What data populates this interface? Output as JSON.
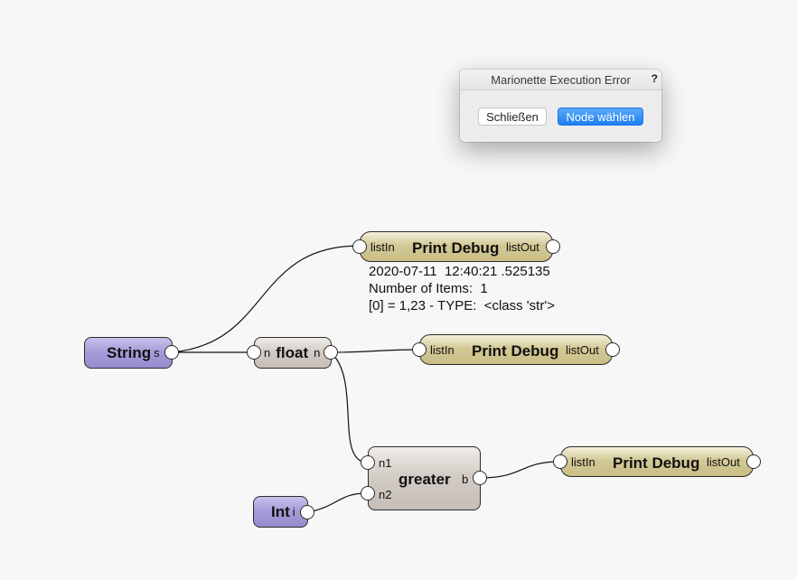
{
  "dialog": {
    "title": "Marionette Execution Error",
    "help_icon": "?",
    "close_button": "Schließen",
    "select_node_button": "Node wählen"
  },
  "nodes": {
    "string": {
      "title": "String",
      "out_port": "s"
    },
    "float": {
      "title": "float",
      "in_port": "n",
      "out_port": "n"
    },
    "int": {
      "title": "Int",
      "out_port": "i"
    },
    "greater": {
      "title": "greater",
      "in_port_1": "n1",
      "in_port_2": "n2",
      "out_port": "b"
    },
    "print_debug_1": {
      "title": "Print Debug",
      "in_port": "listIn",
      "out_port": "listOut"
    },
    "print_debug_2": {
      "title": "Print Debug",
      "in_port": "listIn",
      "out_port": "listOut"
    },
    "print_debug_3": {
      "title": "Print Debug",
      "in_port": "listIn",
      "out_port": "listOut"
    }
  },
  "debug_output": {
    "line1": "2020-07-11  12:40:21 .525135",
    "line2": "Number of Items:  1",
    "line3": "[0] = 1,23 - TYPE:  <class 'str'>"
  },
  "colors": {
    "primary_button": "#1d7ff2",
    "value_node": "#a59dd8",
    "operation_node": "#d3ccc6",
    "debug_node": "#d3c996"
  }
}
